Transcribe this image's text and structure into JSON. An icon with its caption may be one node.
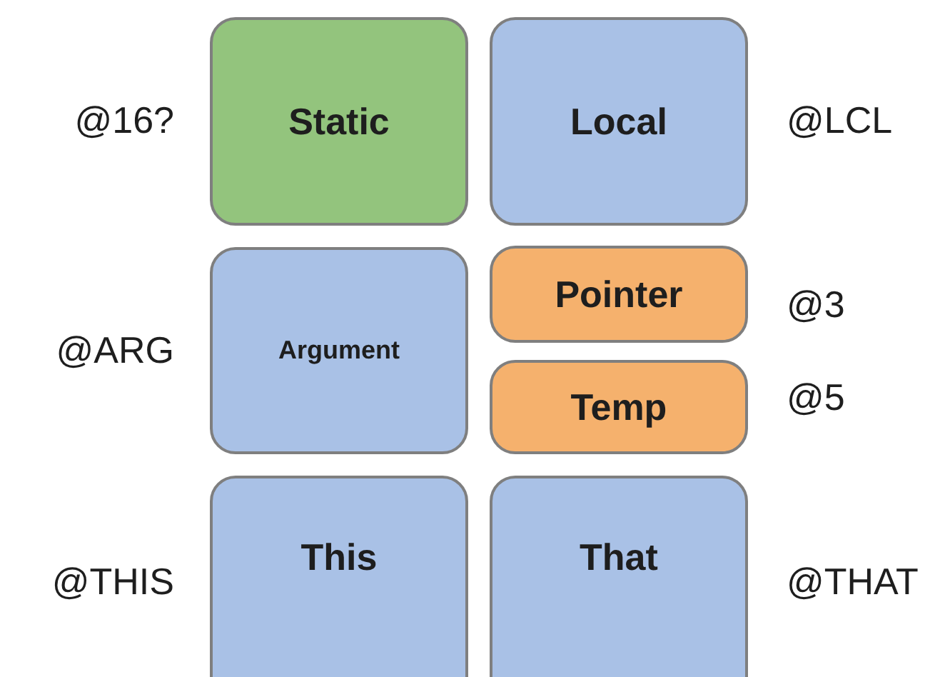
{
  "diagram": {
    "nodes": [
      {
        "text": [
          "Static"
        ],
        "beside": [
          "@16?"
        ]
      },
      {
        "text": [
          "Local"
        ],
        "beside": [
          "@LCL"
        ]
      },
      {
        "text": [
          "Argument"
        ],
        "beside": [
          "@ARG"
        ]
      },
      {
        "text": [
          "Pointer"
        ],
        "beside": [
          "@3"
        ]
      },
      {
        "text": [
          "Temp"
        ],
        "beside": [
          "@5"
        ]
      },
      {
        "text": [
          "This"
        ],
        "beside": [
          "@THIS"
        ]
      },
      {
        "text": [
          "That"
        ],
        "beside": [
          "@THAT"
        ]
      }
    ]
  }
}
